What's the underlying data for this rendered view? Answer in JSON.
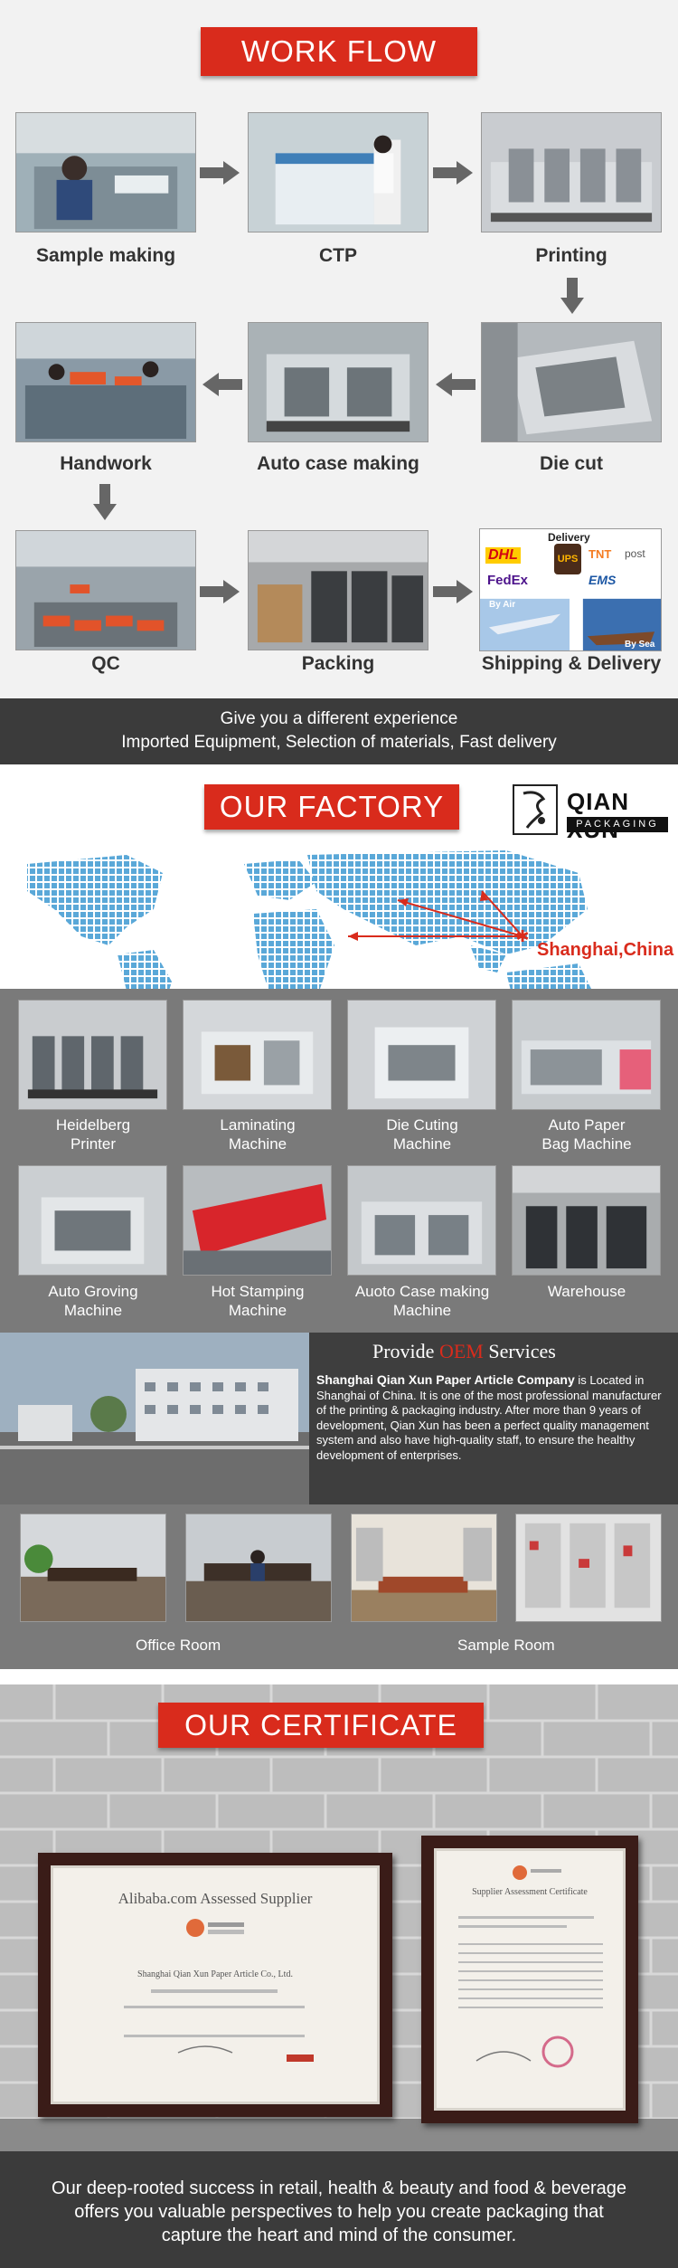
{
  "workflow": {
    "title": "WORK FLOW",
    "steps": [
      "Sample making",
      "CTP",
      "Printing",
      "Die cut",
      "Auto case making",
      "Handwork",
      "QC",
      "Packing",
      "Shipping & Delivery"
    ],
    "delivery_labels": [
      "Delivery",
      "DHL",
      "UPS",
      "TNT",
      "post",
      "FedEx",
      "EMS",
      "By Air",
      "By Sea"
    ],
    "tagline": "Give you a different experience",
    "tagline2": "Imported Equipment, Selection of materials, Fast delivery"
  },
  "factory": {
    "title": "OUR FACTORY",
    "logo_name": "QIAN XUN",
    "logo_sub": "PACKAGING",
    "location": "Shanghai,China",
    "machines": [
      [
        "Heidelberg",
        "Printer"
      ],
      [
        "Laminating",
        "Machine"
      ],
      [
        "Die Cuting",
        "Machine"
      ],
      [
        "Auto Paper",
        "Bag Machine"
      ],
      [
        "Auto Groving",
        "Machine"
      ],
      [
        "Hot Stamping",
        "Machine"
      ],
      [
        "Auoto Case making",
        "Machine"
      ],
      [
        "Warehouse",
        ""
      ]
    ],
    "oem_prefix": "Provide",
    "oem_highlight": "OEM",
    "oem_suffix": "Services",
    "company": "Shanghai Qian Xun Paper Article Company",
    "description": "is Located in Shanghai of China. It is one of the most professional manufacturer of the printing & packaging industry. After more than 9 years of development, Qian Xun has been a perfect quality management system and also have high-quality staff, to ensure the healthy development of enterprises.",
    "office_label": "Office Room",
    "sample_label": "Sample Room"
  },
  "certificate": {
    "title": "OUR CERTIFICATE",
    "cert1_title": "Alibaba.com Assessed Supplier",
    "cert1_company": "Shanghai Qian Xun Paper Article Co., Ltd.",
    "cert2_title": "Supplier Assessment Certificate",
    "closing": "Our deep-rooted success in retail, health & beauty and food & beverage offers you valuable perspectives to help you create packaging that capture the heart and mind of the consumer."
  },
  "colors": {
    "accent": "#d92b1c",
    "dark_bar": "#3b3b3b",
    "grey_band": "#7a7a7a",
    "frame": "#3a1c18"
  }
}
